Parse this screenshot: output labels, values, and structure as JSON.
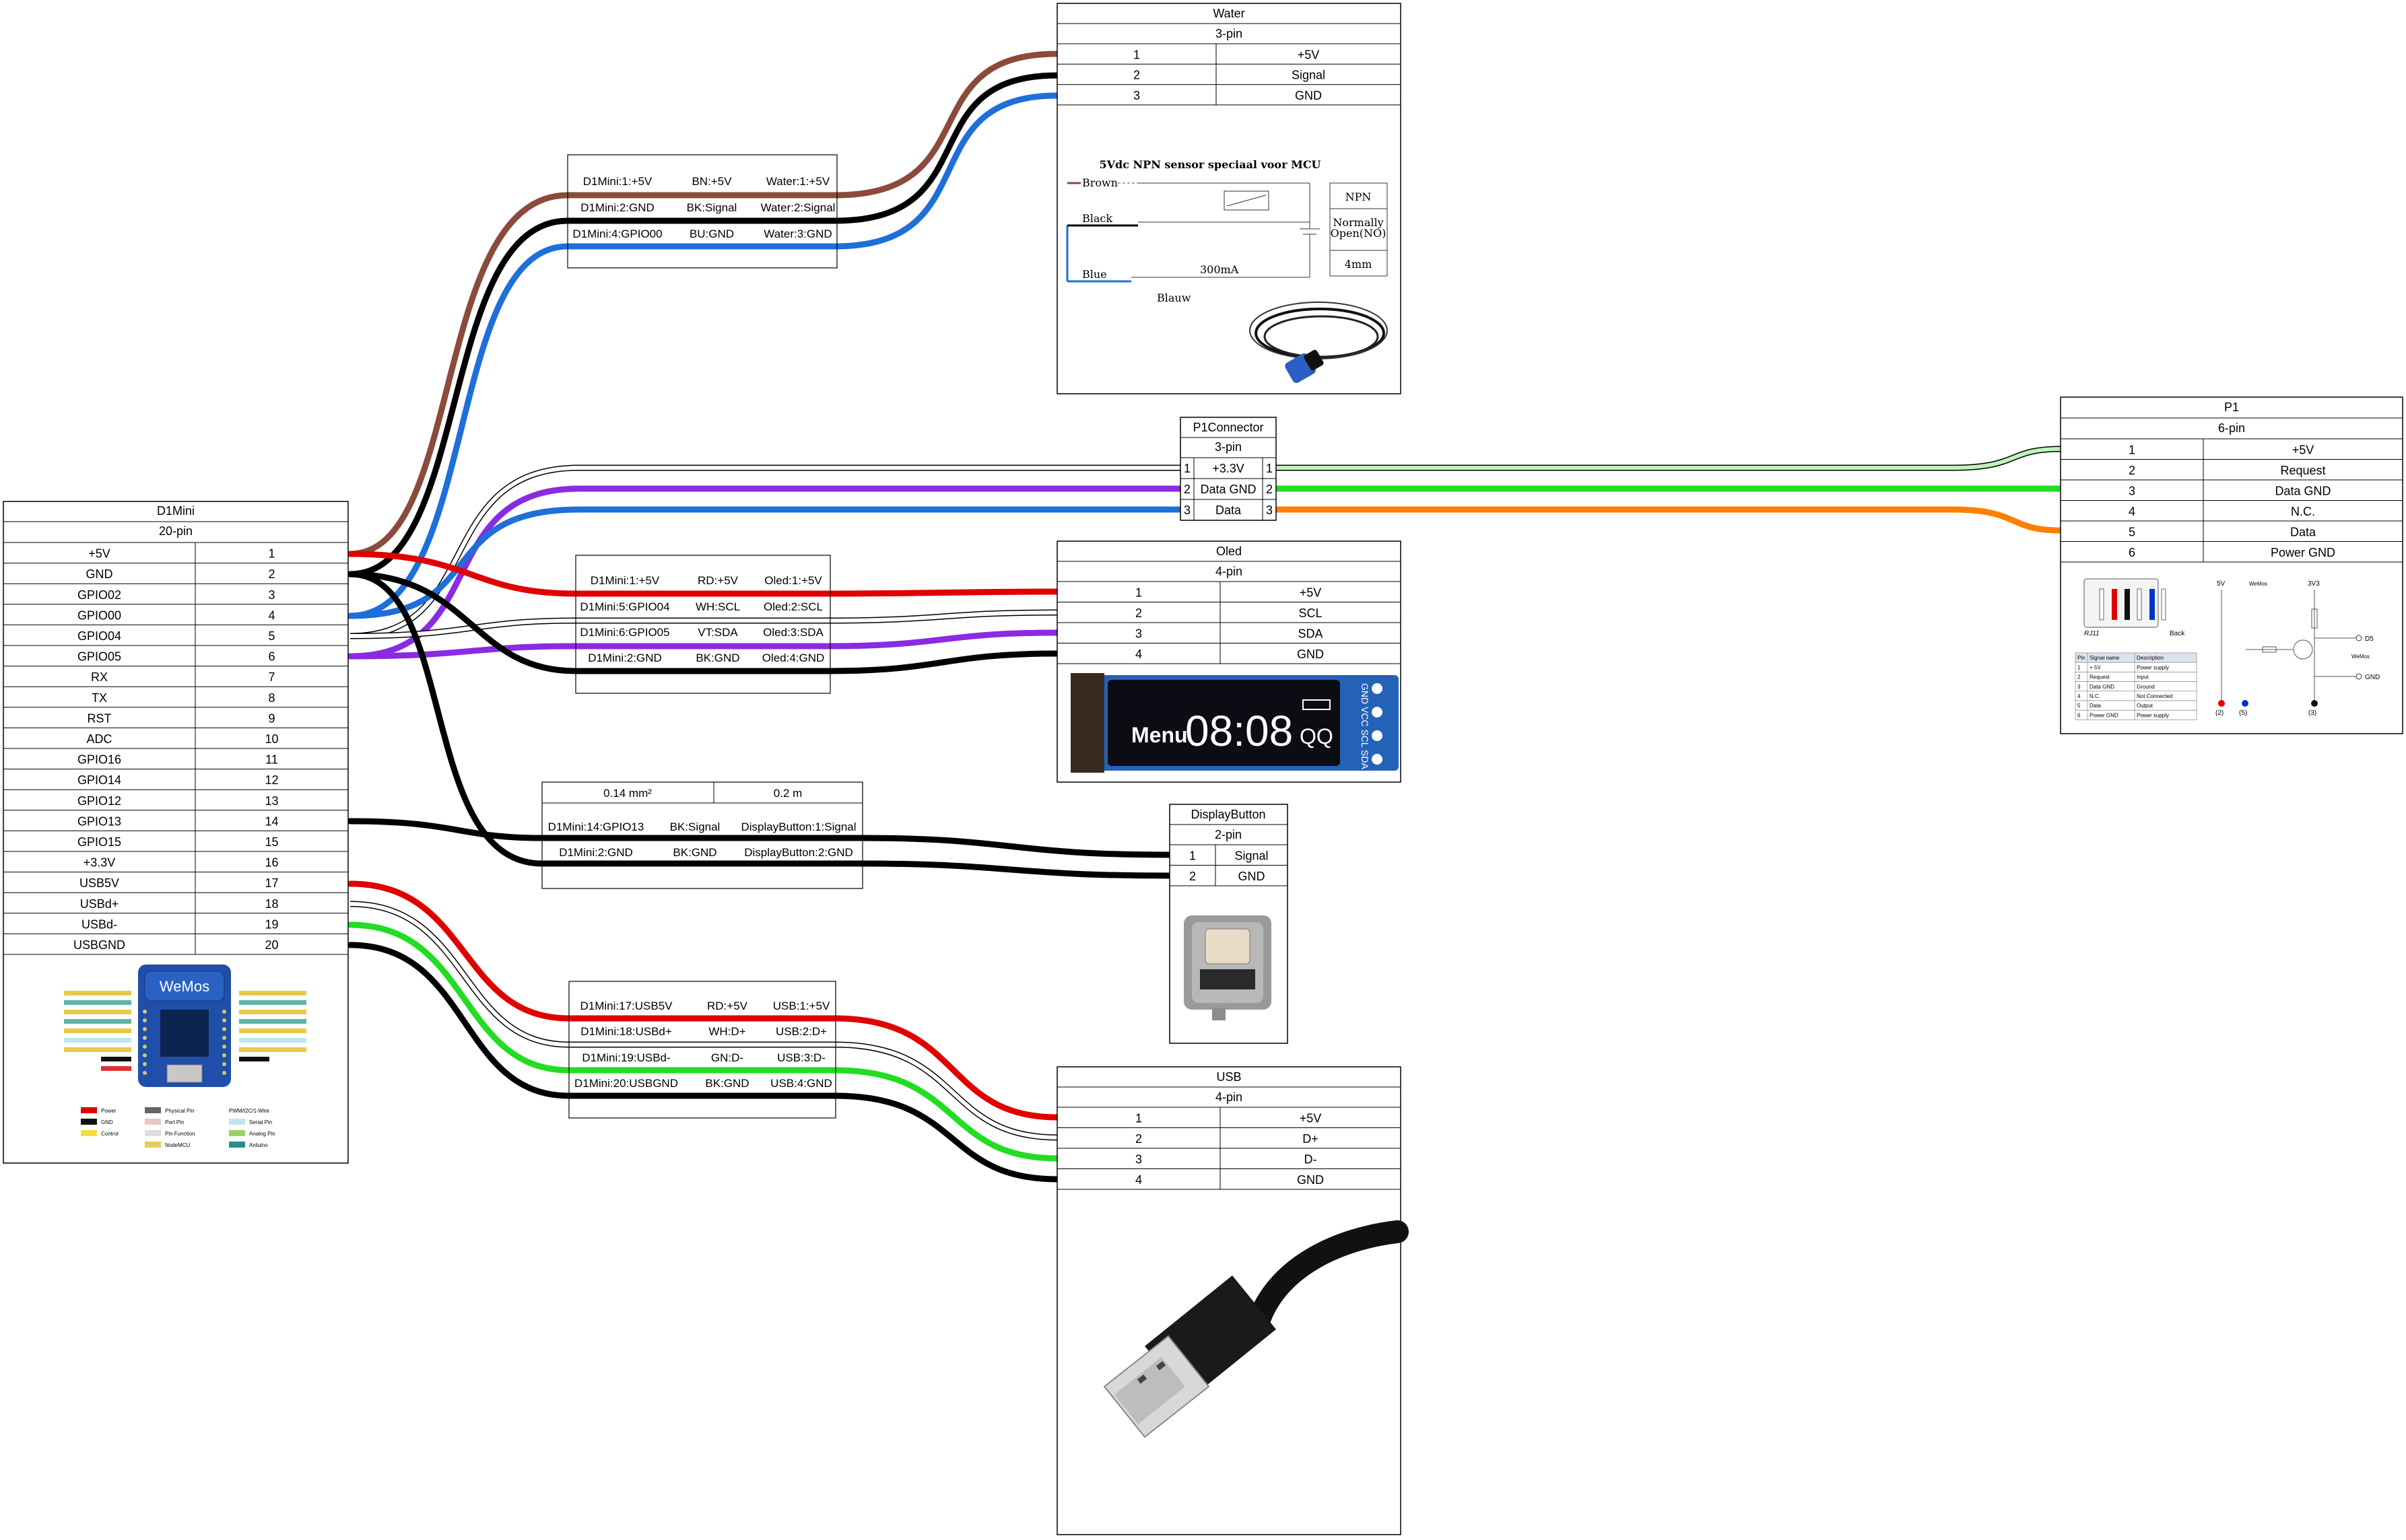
{
  "colors": {
    "red": "#e00000",
    "black": "#000000",
    "white": "#ffffff",
    "brown": "#8b4a3c",
    "blue": "#1e6fd9",
    "purple": "#8a2be2",
    "green": "#22dd22",
    "lightgreen": "#b9f5b9",
    "orange": "#ff7f00"
  },
  "connectors": {
    "d1mini": {
      "title": "D1Mini",
      "subtitle": "20-pin",
      "pins": [
        {
          "name": "+5V",
          "num": "1"
        },
        {
          "name": "GND",
          "num": "2"
        },
        {
          "name": "GPIO02",
          "num": "3"
        },
        {
          "name": "GPIO00",
          "num": "4"
        },
        {
          "name": "GPIO04",
          "num": "5"
        },
        {
          "name": "GPIO05",
          "num": "6"
        },
        {
          "name": "RX",
          "num": "7"
        },
        {
          "name": "TX",
          "num": "8"
        },
        {
          "name": "RST",
          "num": "9"
        },
        {
          "name": "ADC",
          "num": "10"
        },
        {
          "name": "GPIO16",
          "num": "11"
        },
        {
          "name": "GPIO14",
          "num": "12"
        },
        {
          "name": "GPIO12",
          "num": "13"
        },
        {
          "name": "GPIO13",
          "num": "14"
        },
        {
          "name": "GPIO15",
          "num": "15"
        },
        {
          "name": "+3.3V",
          "num": "16"
        },
        {
          "name": "USB5V",
          "num": "17"
        },
        {
          "name": "USBd+",
          "num": "18"
        },
        {
          "name": "USBd-",
          "num": "19"
        },
        {
          "name": "USBGND",
          "num": "20"
        }
      ],
      "logo": "WeMos",
      "legend": [
        "Power",
        "GND",
        "Control",
        "Physical Pin",
        "Port Pin",
        "Pin Function",
        "NodeMCU",
        "PWM/I2C/1-Wire",
        "Serial Pin",
        "Analog Pin",
        "Arduino"
      ]
    },
    "water": {
      "title": "Water",
      "subtitle": "3-pin",
      "pins": [
        {
          "num": "1",
          "name": "+5V"
        },
        {
          "num": "2",
          "name": "Signal"
        },
        {
          "num": "3",
          "name": "GND"
        }
      ],
      "sensor_title": "5Vdc NPN sensor speciaal voor MCU",
      "brown": "Brown",
      "black": "Black",
      "blue": "Blue",
      "blauw": "Blauw",
      "current": "300mA",
      "npn": "NPN",
      "no1": "Normally",
      "no2": "Open(NO)",
      "size": "4mm"
    },
    "p1connector": {
      "title": "P1Connector",
      "subtitle": "3-pin",
      "pins": [
        {
          "num": "1",
          "name": "+3.3V"
        },
        {
          "num": "2",
          "name": "Data GND"
        },
        {
          "num": "3",
          "name": "Data"
        }
      ]
    },
    "p1": {
      "title": "P1",
      "subtitle": "6-pin",
      "pins": [
        {
          "num": "1",
          "name": "+5V"
        },
        {
          "num": "2",
          "name": "Request"
        },
        {
          "num": "3",
          "name": "Data GND"
        },
        {
          "num": "4",
          "name": "N.C."
        },
        {
          "num": "5",
          "name": "Data"
        },
        {
          "num": "6",
          "name": "Power GND"
        }
      ],
      "rj11": "RJ11",
      "back": "Back",
      "v5": "5V",
      "wemos": "WeMos",
      "v33": "3V3",
      "d5": "D5",
      "gnd": "GND",
      "p2": "(2)",
      "p5": "(5)",
      "p3": "(3)",
      "table_head": [
        "Pin",
        "Signal name",
        "Description"
      ],
      "table_rows": [
        [
          "1",
          "+ 5V",
          "Power supply"
        ],
        [
          "2",
          "Request",
          "Input"
        ],
        [
          "3",
          "Data GND",
          "Ground"
        ],
        [
          "4",
          "N.C.",
          "Not Connected"
        ],
        [
          "5",
          "Data",
          "Output"
        ],
        [
          "6",
          "Power GND",
          "Power supply"
        ]
      ]
    },
    "oled": {
      "title": "Oled",
      "subtitle": "4-pin",
      "pins": [
        {
          "num": "1",
          "name": "+5V"
        },
        {
          "num": "2",
          "name": "SCL"
        },
        {
          "num": "3",
          "name": "SDA"
        },
        {
          "num": "4",
          "name": "GND"
        }
      ],
      "screen_menu": "Menu",
      "screen_time": "08:08",
      "screen_qq": "QQ",
      "pin_labels": "GND VCC SCL SDA"
    },
    "displaybutton": {
      "title": "DisplayButton",
      "subtitle": "2-pin",
      "pins": [
        {
          "num": "1",
          "name": "Signal"
        },
        {
          "num": "2",
          "name": "GND"
        }
      ]
    },
    "usb": {
      "title": "USB",
      "subtitle": "4-pin",
      "pins": [
        {
          "num": "1",
          "name": "+5V"
        },
        {
          "num": "2",
          "name": "D+"
        },
        {
          "num": "3",
          "name": "D-"
        },
        {
          "num": "4",
          "name": "GND"
        }
      ]
    }
  },
  "cables": {
    "water": {
      "rows": [
        [
          "D1Mini:1:+5V",
          "BN:+5V",
          "Water:1:+5V"
        ],
        [
          "D1Mini:2:GND",
          "BK:Signal",
          "Water:2:Signal"
        ],
        [
          "D1Mini:4:GPIO00",
          "BU:GND",
          "Water:3:GND"
        ]
      ]
    },
    "oled": {
      "rows": [
        [
          "D1Mini:1:+5V",
          "RD:+5V",
          "Oled:1:+5V"
        ],
        [
          "D1Mini:5:GPIO04",
          "WH:SCL",
          "Oled:2:SCL"
        ],
        [
          "D1Mini:6:GPIO05",
          "VT:SDA",
          "Oled:3:SDA"
        ],
        [
          "D1Mini:2:GND",
          "BK:GND",
          "Oled:4:GND"
        ]
      ]
    },
    "button": {
      "spec": [
        "0.14 mm²",
        "0.2 m"
      ],
      "rows": [
        [
          "D1Mini:14:GPIO13",
          "BK:Signal",
          "DisplayButton:1:Signal"
        ],
        [
          "D1Mini:2:GND",
          "BK:GND",
          "DisplayButton:2:GND"
        ]
      ]
    },
    "usb": {
      "rows": [
        [
          "D1Mini:17:USB5V",
          "RD:+5V",
          "USB:1:+5V"
        ],
        [
          "D1Mini:18:USBd+",
          "WH:D+",
          "USB:2:D+"
        ],
        [
          "D1Mini:19:USBd-",
          "GN:D-",
          "USB:3:D-"
        ],
        [
          "D1Mini:20:USBGND",
          "BK:GND",
          "USB:4:GND"
        ]
      ]
    }
  },
  "wires": [
    {
      "id": "w-water-brown",
      "color": "brown"
    },
    {
      "id": "w-water-black",
      "color": "black"
    },
    {
      "id": "w-water-blue",
      "color": "blue"
    },
    {
      "id": "w-p1-white",
      "color": "white"
    },
    {
      "id": "w-p1-purple",
      "color": "purple"
    },
    {
      "id": "w-p1-blue",
      "color": "blue"
    },
    {
      "id": "w-p1-lightgreen",
      "color": "lightgreen"
    },
    {
      "id": "w-p1-green",
      "color": "green"
    },
    {
      "id": "w-p1-orange",
      "color": "orange"
    },
    {
      "id": "w-oled-red",
      "color": "red"
    },
    {
      "id": "w-oled-white",
      "color": "white"
    },
    {
      "id": "w-oled-purple",
      "color": "purple"
    },
    {
      "id": "w-oled-black",
      "color": "black"
    },
    {
      "id": "w-btn-black1",
      "color": "black"
    },
    {
      "id": "w-btn-black2",
      "color": "black"
    },
    {
      "id": "w-usb-red",
      "color": "red"
    },
    {
      "id": "w-usb-white",
      "color": "white"
    },
    {
      "id": "w-usb-green",
      "color": "green"
    },
    {
      "id": "w-usb-black",
      "color": "black"
    }
  ]
}
